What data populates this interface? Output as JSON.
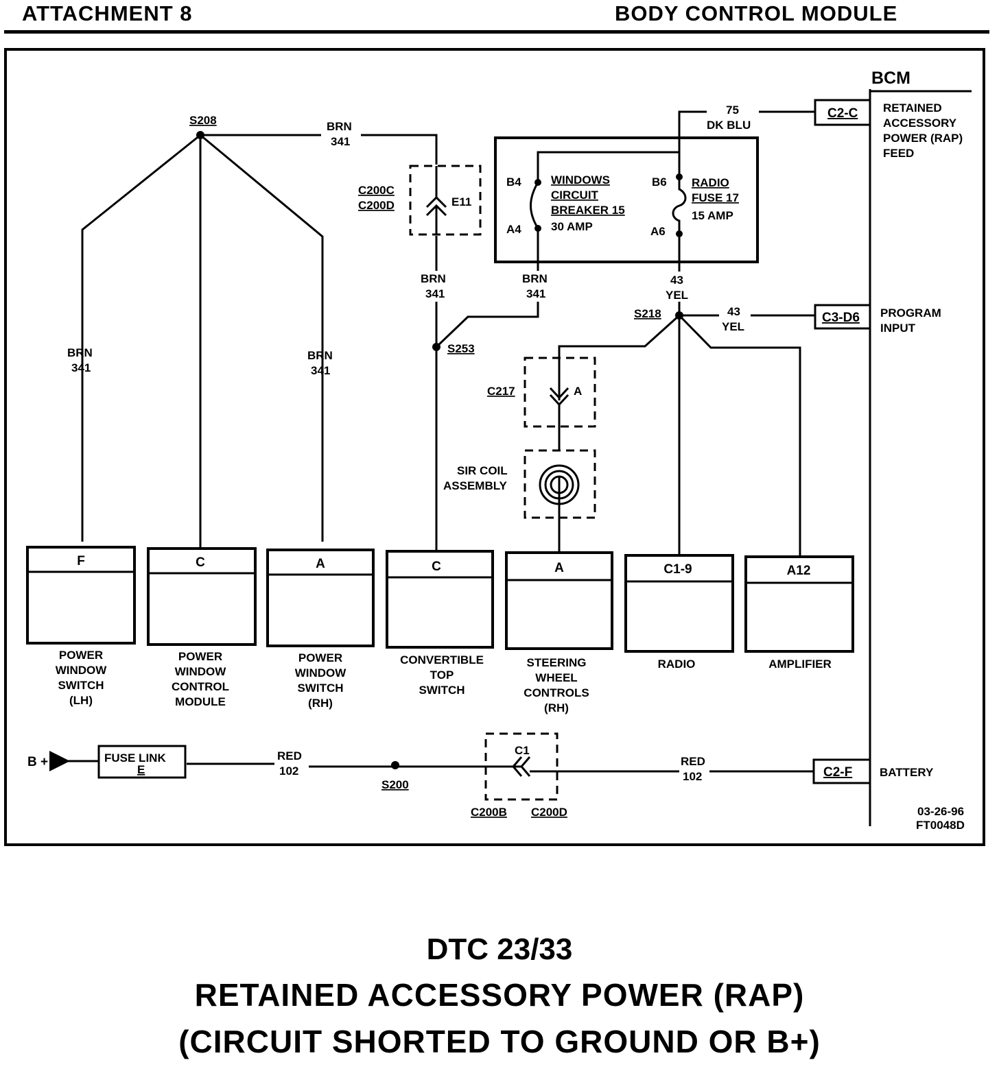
{
  "header": {
    "left": "ATTACHMENT 8",
    "right": "BODY CONTROL MODULE"
  },
  "bcm": {
    "title": "BCM",
    "rap_feed_pin": "C2-C",
    "rap_feed_label": [
      "RETAINED",
      "ACCESSORY",
      "POWER (RAP)",
      "FEED"
    ],
    "program_input_pin": "C3-D6",
    "program_input_label": [
      "PROGRAM",
      "INPUT"
    ],
    "battery_pin": "C2-F",
    "battery_label": "BATTERY"
  },
  "wires": {
    "dk_blu": [
      "75",
      "DK BLU"
    ],
    "brn_top": [
      "BRN",
      "341"
    ],
    "brn_left": [
      "BRN",
      "341"
    ],
    "brn_right": [
      "BRN",
      "341"
    ],
    "brn_mid": [
      "BRN",
      "341"
    ],
    "brn_cb": [
      "BRN",
      "341"
    ],
    "yel_fuse": [
      "43",
      "YEL"
    ],
    "yel_bcm": [
      "43",
      "YEL"
    ],
    "red_left": [
      "RED",
      "102"
    ],
    "red_right": [
      "RED",
      "102"
    ]
  },
  "splices": {
    "s208": "S208",
    "s253": "S253",
    "s218": "S218",
    "s200": "S200"
  },
  "connectors": {
    "c200c": "C200C",
    "c200d": "C200D",
    "e11": "E11",
    "c217": "C217",
    "c217_pin": "A",
    "c1": "C1",
    "c200b": "C200B",
    "c200d_bottom": "C200D"
  },
  "fuse_block": {
    "cb_label": [
      "WINDOWS",
      "CIRCUIT",
      "BREAKER 15"
    ],
    "cb_amp": "30 AMP",
    "fuse_label": [
      "RADIO",
      "FUSE 17"
    ],
    "fuse_amp": "15 AMP",
    "pins": {
      "b4": "B4",
      "a4": "A4",
      "b6": "B6",
      "a6": "A6"
    }
  },
  "sir_coil": [
    "SIR COIL",
    "ASSEMBLY"
  ],
  "fuse_link": [
    "FUSE LINK",
    "E"
  ],
  "bplus": "B +",
  "modules": [
    {
      "pin": "F",
      "label": [
        "POWER",
        "WINDOW",
        "SWITCH",
        "(LH)"
      ]
    },
    {
      "pin": "C",
      "label": [
        "POWER",
        "WINDOW",
        "CONTROL",
        "MODULE"
      ]
    },
    {
      "pin": "A",
      "label": [
        "POWER",
        "WINDOW",
        "SWITCH",
        "(RH)"
      ]
    },
    {
      "pin": "C",
      "label": [
        "CONVERTIBLE",
        "TOP",
        "SWITCH"
      ]
    },
    {
      "pin": "A",
      "label": [
        "STEERING",
        "WHEEL",
        "CONTROLS",
        "(RH)"
      ]
    },
    {
      "pin": "C1-9",
      "label": [
        "RADIO"
      ]
    },
    {
      "pin": "A12",
      "label": [
        "AMPLIFIER"
      ]
    }
  ],
  "figure_id": [
    "03-26-96",
    "FT0048D"
  ],
  "titles": [
    "DTC 23/33",
    "RETAINED ACCESSORY POWER (RAP)",
    "(CIRCUIT SHORTED TO GROUND OR B+)"
  ]
}
